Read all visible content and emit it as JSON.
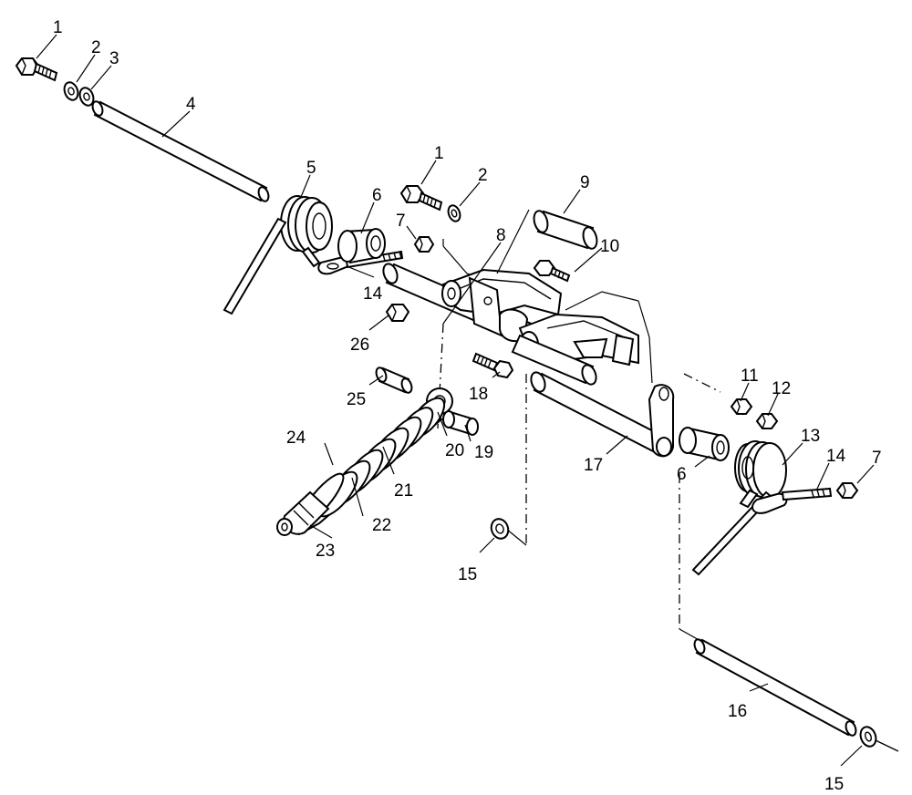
{
  "callouts": [
    {
      "id": "c1a",
      "text": "1"
    },
    {
      "id": "c2a",
      "text": "2"
    },
    {
      "id": "c3",
      "text": "3"
    },
    {
      "id": "c4",
      "text": "4"
    },
    {
      "id": "c5",
      "text": "5"
    },
    {
      "id": "c1b",
      "text": "1"
    },
    {
      "id": "c2b",
      "text": "2"
    },
    {
      "id": "c6a",
      "text": "6"
    },
    {
      "id": "c7a",
      "text": "7"
    },
    {
      "id": "c8",
      "text": "8"
    },
    {
      "id": "c9",
      "text": "9"
    },
    {
      "id": "c10",
      "text": "10"
    },
    {
      "id": "c14a",
      "text": "14"
    },
    {
      "id": "c26",
      "text": "26"
    },
    {
      "id": "c25",
      "text": "25"
    },
    {
      "id": "c18",
      "text": "18"
    },
    {
      "id": "c11",
      "text": "11"
    },
    {
      "id": "c12",
      "text": "12"
    },
    {
      "id": "c24",
      "text": "24"
    },
    {
      "id": "c20",
      "text": "20"
    },
    {
      "id": "c19",
      "text": "19"
    },
    {
      "id": "c21",
      "text": "21"
    },
    {
      "id": "c22",
      "text": "22"
    },
    {
      "id": "c23",
      "text": "23"
    },
    {
      "id": "c17",
      "text": "17"
    },
    {
      "id": "c6b",
      "text": "6"
    },
    {
      "id": "c13",
      "text": "13"
    },
    {
      "id": "c14b",
      "text": "14"
    },
    {
      "id": "c7b",
      "text": "7"
    },
    {
      "id": "c15a",
      "text": "15"
    },
    {
      "id": "c16",
      "text": "16"
    },
    {
      "id": "c15b",
      "text": "15"
    }
  ]
}
